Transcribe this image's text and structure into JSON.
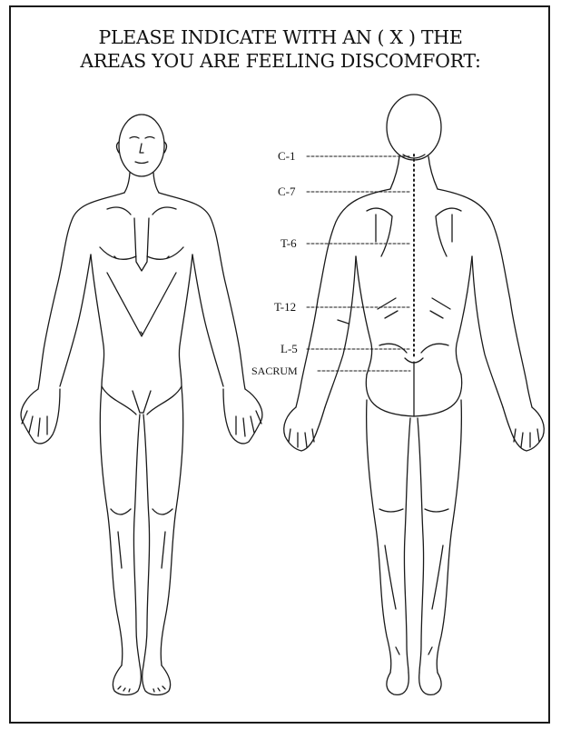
{
  "title": {
    "line1": "PLEASE INDICATE WITH AN ( X ) THE",
    "line2": "AREAS YOU ARE FEELING DISCOMFORT:"
  },
  "spine_labels": [
    "C-1",
    "C-7",
    "T-6",
    "T-12",
    "L-5",
    "SACRUM"
  ],
  "colors": {
    "line": "#1a1a1a",
    "background": "#ffffff"
  }
}
